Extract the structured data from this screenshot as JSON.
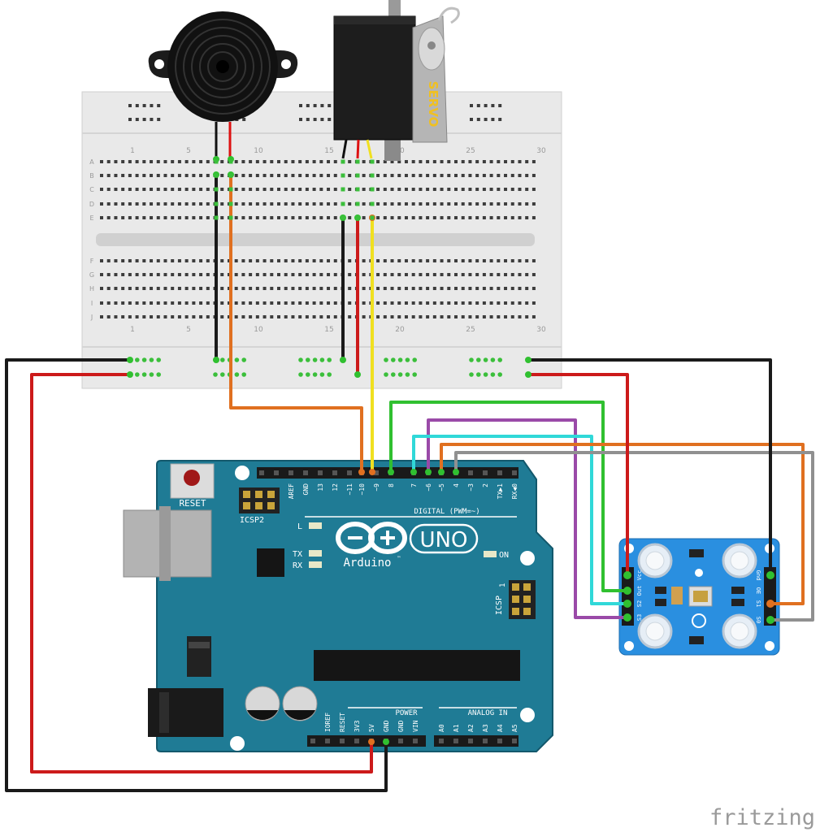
{
  "watermark": "fritzing",
  "breadboard": {
    "top_numbers": [
      "1",
      "5",
      "10",
      "15",
      "20",
      "25",
      "30"
    ],
    "bottom_numbers": [
      "1",
      "5",
      "10",
      "15",
      "20",
      "25",
      "30"
    ],
    "rows_top": [
      "A",
      "B",
      "C",
      "D",
      "E"
    ],
    "rows_bottom": [
      "F",
      "G",
      "H",
      "I",
      "J"
    ]
  },
  "servo": {
    "label": "SERVO"
  },
  "arduino": {
    "brand": "Arduino",
    "tm": "™",
    "model": "UNO",
    "reset": "RESET",
    "icsp2": "ICSP2",
    "icsp": "ICSP",
    "digital_label": "DIGITAL (PWM=~)",
    "power_label": "POWER",
    "analog_label": "ANALOG IN",
    "led_l": "L",
    "led_tx": "TX",
    "led_rx": "RX",
    "led_on": "ON",
    "icsp_pin1": "1",
    "digital_pins": [
      "AREF",
      "GND",
      "13",
      "12",
      "~11",
      "~10",
      "~9",
      "8",
      "7",
      "~6",
      "~5",
      "4",
      "~3",
      "2",
      "TX▶1",
      "RX◀0"
    ],
    "power_pins": [
      "IOREF",
      "RESET",
      "3V3",
      "5V",
      "GND",
      "GND",
      "VIN"
    ],
    "analog_pins": [
      "A0",
      "A1",
      "A2",
      "A3",
      "A4",
      "A5"
    ]
  },
  "sensor": {
    "left_pins": [
      "Vcc",
      "Out",
      "S2",
      "S3"
    ],
    "right_pins": [
      "Gnd",
      "OE",
      "S1",
      "S0"
    ]
  },
  "colors": {
    "wire_black": "#1a1a1a",
    "wire_red": "#cc1a1a",
    "wire_orange": "#e07020",
    "wire_yellow": "#f0e020",
    "wire_green": "#30c030",
    "wire_purple": "#9a4aa8",
    "wire_cyan": "#30d8d8",
    "wire_gray": "#909090",
    "board_teal": "#1f7b95",
    "sensor_blue": "#2a8fe0"
  }
}
